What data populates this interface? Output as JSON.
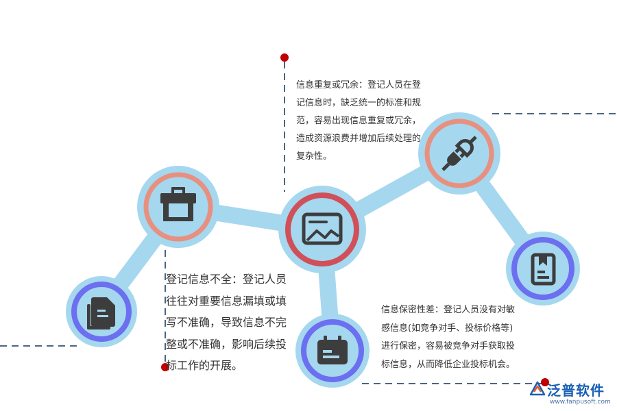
{
  "texts": {
    "duplicate": "信息重复或冗余：登记人员在登\n记信息时，缺乏统一的标准和规\n范，容易出现信息重复或冗余，\n造成资源浪费并增加后续处理的\n复杂性。",
    "incomplete": "登记信息不全：登记人员\n往往对重要信息漏填或填\n写不准确，导致信息不完\n整或不准确，影响后续投\n标工作的开展。",
    "confidentiality": "信息保密性差：登记人员没有对敏\n感信息(如竞争对手、投标价格等)\n进行保密，容易被竞争对手获取投\n标信息，从而降低企业投标机会。"
  },
  "logo": {
    "name": "泛普软件",
    "url": "www.fanpusoft.com"
  },
  "colors": {
    "connector": "#a5d7ef",
    "disc": "#a5d7ef",
    "ring_salmon": "#e8907f",
    "ring_red": "#d0505a",
    "ring_purple": "#6b6ff0",
    "icon": "#3d3d3d",
    "dash": "#4a6582",
    "marker": "#c00000"
  },
  "icons": [
    "documents-icon",
    "toolbox-icon",
    "image-chart-icon",
    "calendar-icon",
    "plug-icon",
    "bookmark-icon"
  ]
}
